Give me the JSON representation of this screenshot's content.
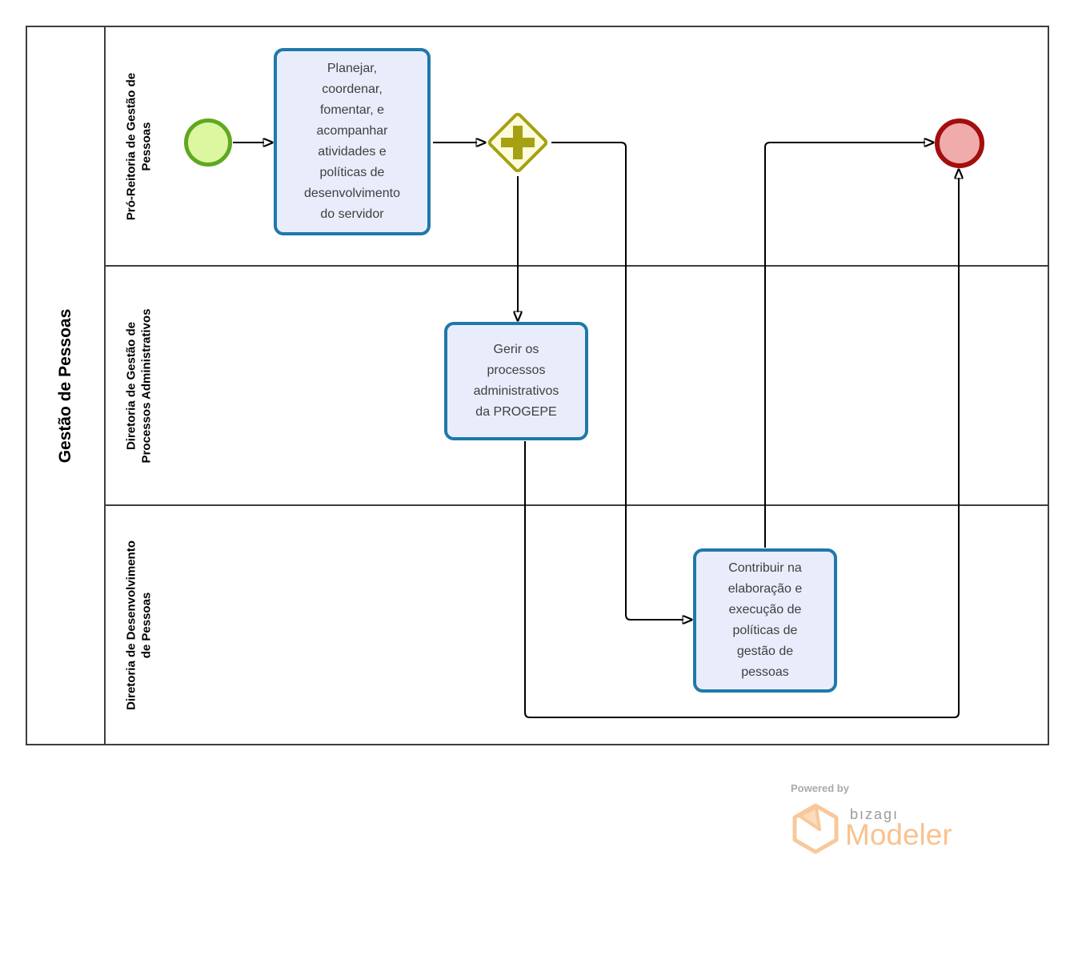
{
  "pool": {
    "title": "Gestão de Pessoas",
    "lanes": [
      {
        "label": "Pró-Reitoria de Gestão de\nPessoas"
      },
      {
        "label": "Diretoria de Gestão de\nProcessos Administrativos"
      },
      {
        "label": "Diretoria de Desenvolvimento\nde Pessoas"
      }
    ]
  },
  "nodes": {
    "start_event": {
      "type": "start-event",
      "lane": "Pró-Reitoria de Gestão de Pessoas"
    },
    "task_planejar": {
      "type": "task",
      "label": "Planejar,\ncoordenar,\nfomentar, e\nacompanhar\natividades e\npolíticas de\ndesenvolvimento\ndo servidor",
      "lane": "Pró-Reitoria de Gestão de Pessoas"
    },
    "parallel_gateway": {
      "type": "parallel-gateway",
      "lane": "Pró-Reitoria de Gestão de Pessoas"
    },
    "task_gerir": {
      "type": "task",
      "label": "Gerir os\nprocessos\nadministrativos\nda PROGEPE",
      "lane": "Diretoria de Gestão de Processos Administrativos"
    },
    "task_contribuir": {
      "type": "task",
      "label": "Contribuir na\nelaboração e\nexecução de\npolíticas de\ngestão de\npessoas",
      "lane": "Diretoria de Desenvolvimento de Pessoas"
    },
    "end_event": {
      "type": "end-event",
      "lane": "Pró-Reitoria de Gestão de Pessoas"
    }
  },
  "edges": [
    {
      "from": "start_event",
      "to": "task_planejar"
    },
    {
      "from": "task_planejar",
      "to": "parallel_gateway"
    },
    {
      "from": "parallel_gateway",
      "to": "task_gerir"
    },
    {
      "from": "parallel_gateway",
      "to": "task_contribuir"
    },
    {
      "from": "task_gerir",
      "to": "end_event"
    },
    {
      "from": "task_contribuir",
      "to": "end_event"
    }
  ],
  "branding": {
    "powered_by": "Powered by",
    "brand": "bızagı",
    "product": "Modeler"
  },
  "colors": {
    "task_border": "#1E79A9",
    "task_fill": "#E9EDFB",
    "start_border": "#5FA81F",
    "start_fill": "#DCF7A0",
    "gateway_border": "#A5A112",
    "gateway_fill": "#FCFCDC",
    "end_border": "#A30E0E",
    "end_fill": "#F0ABAB",
    "connector": "#000000",
    "lane_border": "#3E3E3E",
    "text": "#3F3F3F",
    "brand_orange": "#F9C28E",
    "brand_gray": "#9B9B9B",
    "powered_gray": "#A9A9A9"
  }
}
